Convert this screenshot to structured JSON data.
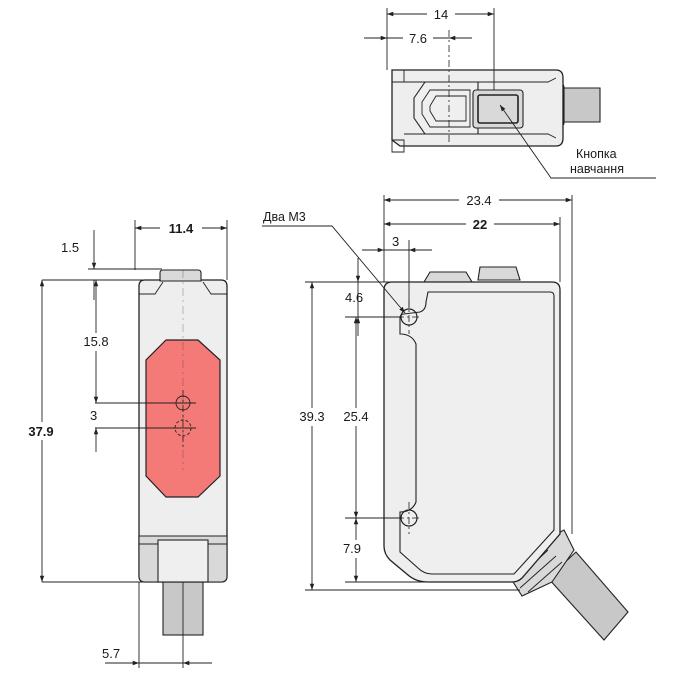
{
  "dimensions": {
    "top_total_width": "14",
    "top_lens_offset": "7.6",
    "front_width": "11.4",
    "front_top_offset": "1.5",
    "front_height": "37.9",
    "front_center_offset": "15.8",
    "front_spot_gap": "3",
    "front_cable_offset": "5.7",
    "side_total_width": "23.4",
    "side_body_width": "22",
    "side_hole_x": "3",
    "side_hole_y": "4.6",
    "side_height": "39.3",
    "side_hole_pitch": "25.4",
    "side_bottom_offset": "7.9"
  },
  "labels": {
    "mount_holes": "Два M3",
    "teach_button_line1": "Кнопка",
    "teach_button_line2": "навчання"
  },
  "colors": {
    "emitter_window": "#f47a78",
    "body": "#eeeeee",
    "line": "#222222"
  }
}
